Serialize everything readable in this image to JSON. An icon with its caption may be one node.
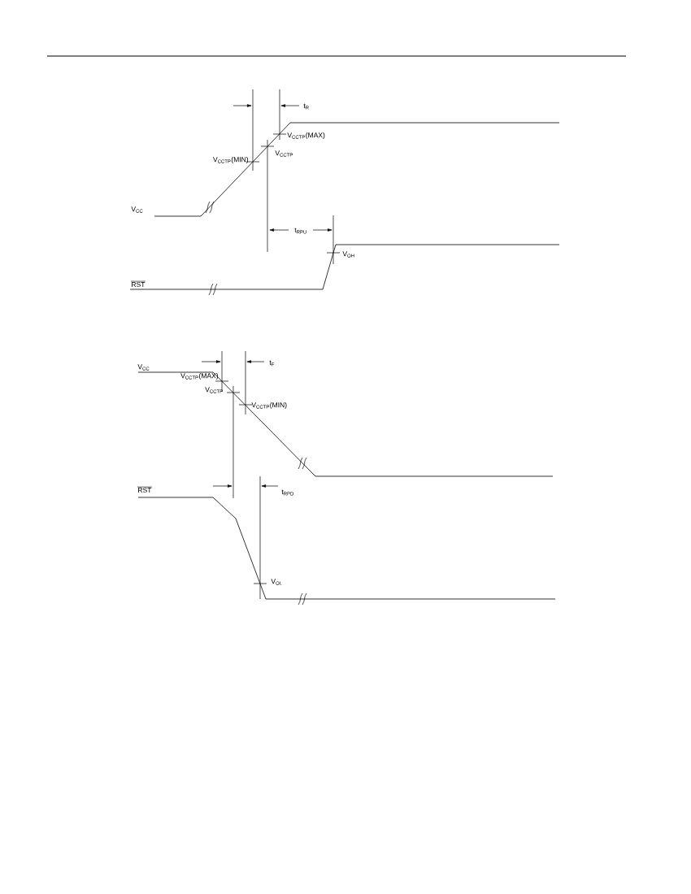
{
  "diagram": {
    "labels": [
      "t$_{R}$",
      "V$_{CCTP}$(MAX)",
      "V$_{CCTP}$(MIN)",
      "V$_{CCTP}$",
      "V$_{CC}$",
      "t$_{RPU}$",
      "V$_{OH}$",
      "RST",
      "V$_{CC}$",
      "t$_{F}$",
      "V$_{CCTP}$(MAX)",
      "V$_{CCTP}$",
      "V$_{CCTP}$(MIN)",
      "RST",
      "t$_{RPD}$",
      "V$_{OL}$"
    ]
  }
}
